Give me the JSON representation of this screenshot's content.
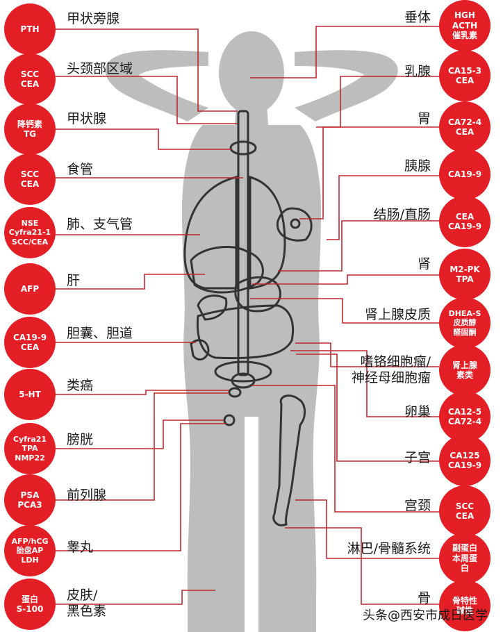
{
  "colors": {
    "badge": "#e31e24",
    "line": "#c0272d",
    "body": "#bdbdbd",
    "outline": "#333333"
  },
  "left": [
    {
      "label": "甲状旁腺",
      "marker": "PTH"
    },
    {
      "label": "头颈部区域",
      "marker": "SCC\nCEA"
    },
    {
      "label": "甲状腺",
      "marker": "降钙素\nTG"
    },
    {
      "label": "食管",
      "marker": "SCC\nCEA"
    },
    {
      "label": "肺、支气管",
      "marker": "NSE\nCyfra21-1\nSCC/CEA"
    },
    {
      "label": "肝",
      "marker": "AFP"
    },
    {
      "label": "胆囊、胆道",
      "marker": "CA19-9\nCEA"
    },
    {
      "label": "类癌",
      "marker": "5-HT"
    },
    {
      "label": "膀胱",
      "marker": "Cyfra21\nTPA\nNMP22"
    },
    {
      "label": "前列腺",
      "marker": "PSA\nPCA3"
    },
    {
      "label": "睾丸",
      "marker": "AFP/hCG\n胎盘AP\nLDH"
    },
    {
      "label": "皮肤/\n黑色素",
      "marker": "蛋白\nS-100"
    }
  ],
  "right": [
    {
      "label": "垂体",
      "marker": "HGH\nACTH\n催乳素"
    },
    {
      "label": "乳腺",
      "marker": "CA15-3\nCEA"
    },
    {
      "label": "胃",
      "marker": "CA72-4\nCEA"
    },
    {
      "label": "胰腺",
      "marker": "CA19-9"
    },
    {
      "label": "结肠/直肠",
      "marker": "CEA\nCA19-9"
    },
    {
      "label": "肾",
      "marker": "M2-PK\nTPA"
    },
    {
      "label": "肾上腺皮质",
      "marker": "DHEA-S\n皮质醇\n醛固酮"
    },
    {
      "label": "嗜铬细胞瘤/\n神经母细胞瘤",
      "marker": "肾上腺\n素类"
    },
    {
      "label": "卵巢",
      "marker": "CA12-5\nCA72-4"
    },
    {
      "label": "子宫",
      "marker": "CA125\nCA19-9"
    },
    {
      "label": "宫颈",
      "marker": "SCC\nCEA"
    },
    {
      "label": "淋巴/骨髓系统",
      "marker": "副蛋白\n本周蛋\n白"
    },
    {
      "label": "骨",
      "marker": "骨特性\n碱性"
    }
  ],
  "watermark": "头条@西安市成日医学"
}
